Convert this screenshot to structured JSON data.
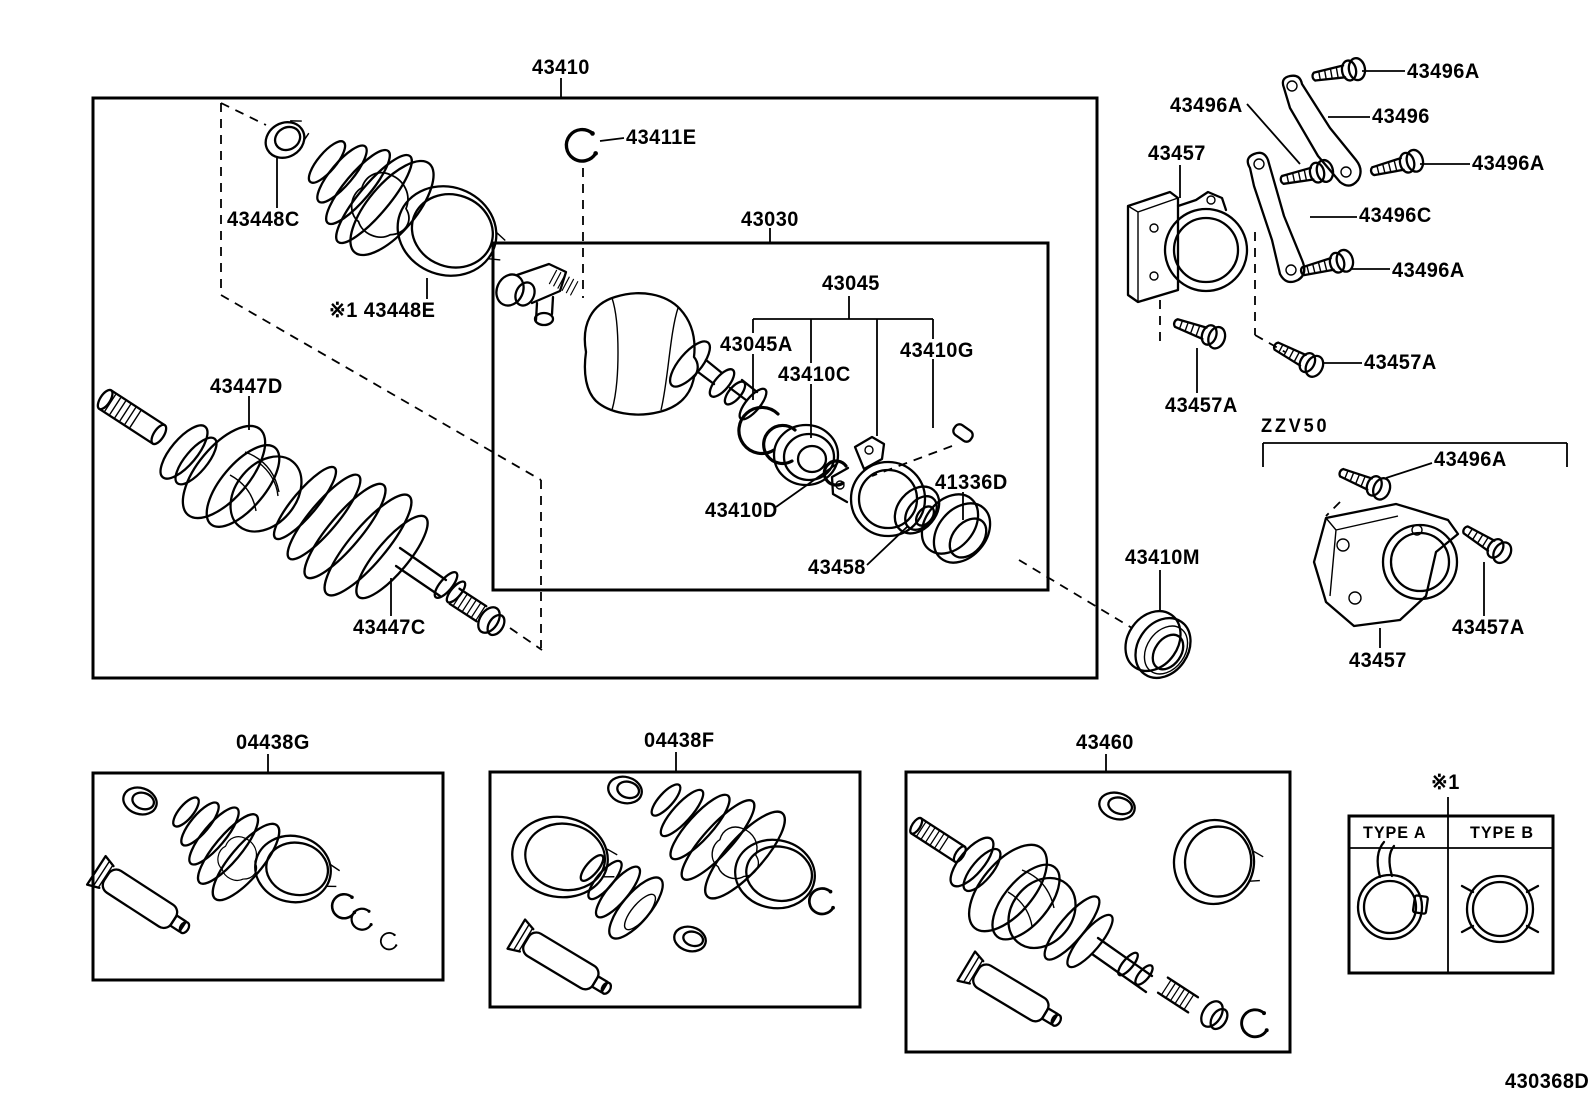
{
  "document": {
    "drawing_number": "430368D",
    "variant_note": "ZZV50",
    "footnote_marker": "※1"
  },
  "part_labels": {
    "n43410": "43410",
    "n43411E": "43411E",
    "n43448C": "43448C",
    "n43448E": "※1 43448E",
    "n43030": "43030",
    "n43045": "43045",
    "n43045A": "43045A",
    "n43410C": "43410C",
    "n43410G": "43410G",
    "n43410D": "43410D",
    "n41336D": "41336D",
    "n43458": "43458",
    "n43447D": "43447D",
    "n43447C": "43447C",
    "n43496A": "43496A",
    "n43496": "43496",
    "n43457": "43457",
    "n43496C": "43496C",
    "n43457A": "43457A",
    "n43410M": "43410M",
    "n04438G": "04438G",
    "n04438F": "04438F",
    "n43460": "43460"
  },
  "type_table": {
    "col_a": "TYPE A",
    "col_b": "TYPE B"
  }
}
